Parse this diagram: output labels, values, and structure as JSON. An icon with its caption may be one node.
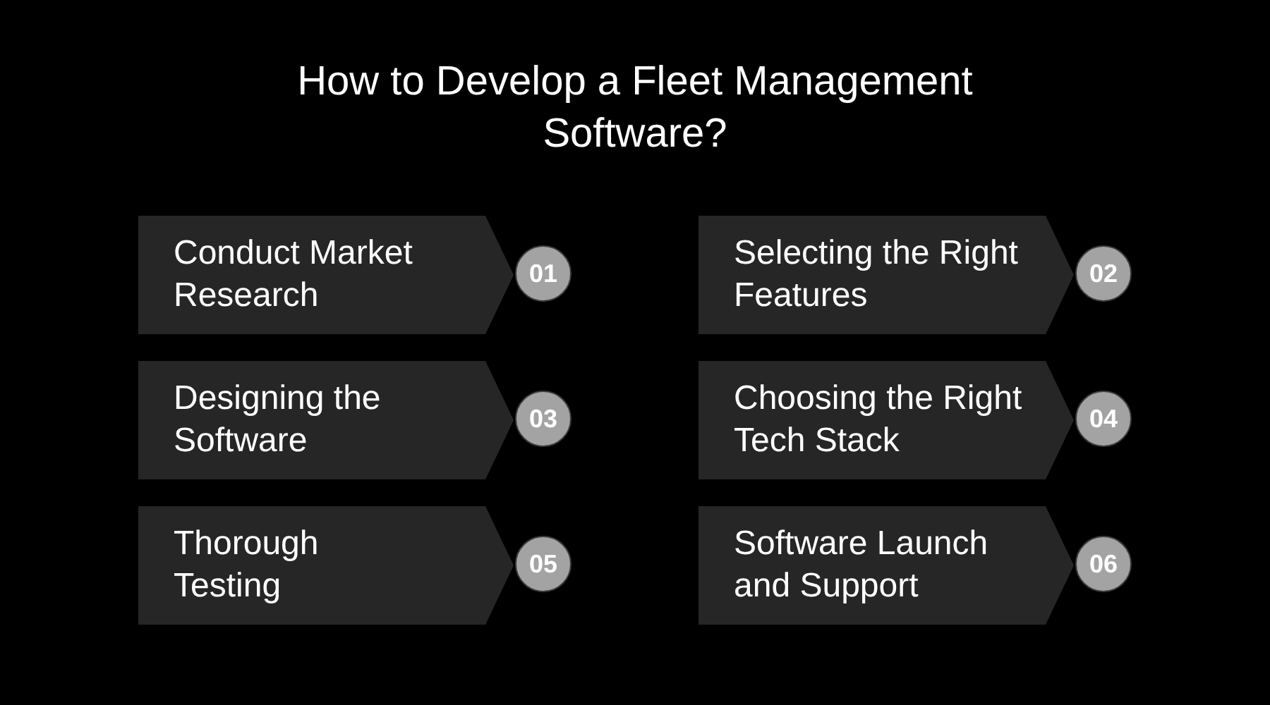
{
  "diagram": {
    "title": "How to Develop a Fleet Management Software?",
    "nodes": [
      {
        "text": [
          "Conduct Market Research"
        ]
      },
      {
        "text": [
          "01"
        ]
      },
      {
        "text": [
          "Selecting the Right Features"
        ]
      },
      {
        "text": [
          "02"
        ]
      },
      {
        "text": [
          "Designing the Software"
        ]
      },
      {
        "text": [
          "03"
        ]
      },
      {
        "text": [
          "Choosing the Right Tech Stack"
        ]
      },
      {
        "text": [
          "04"
        ]
      },
      {
        "text": [
          "Thorough Testing"
        ]
      },
      {
        "text": [
          "05"
        ]
      },
      {
        "text": [
          "Software Launch and Support"
        ]
      },
      {
        "text": [
          "06"
        ]
      }
    ]
  }
}
